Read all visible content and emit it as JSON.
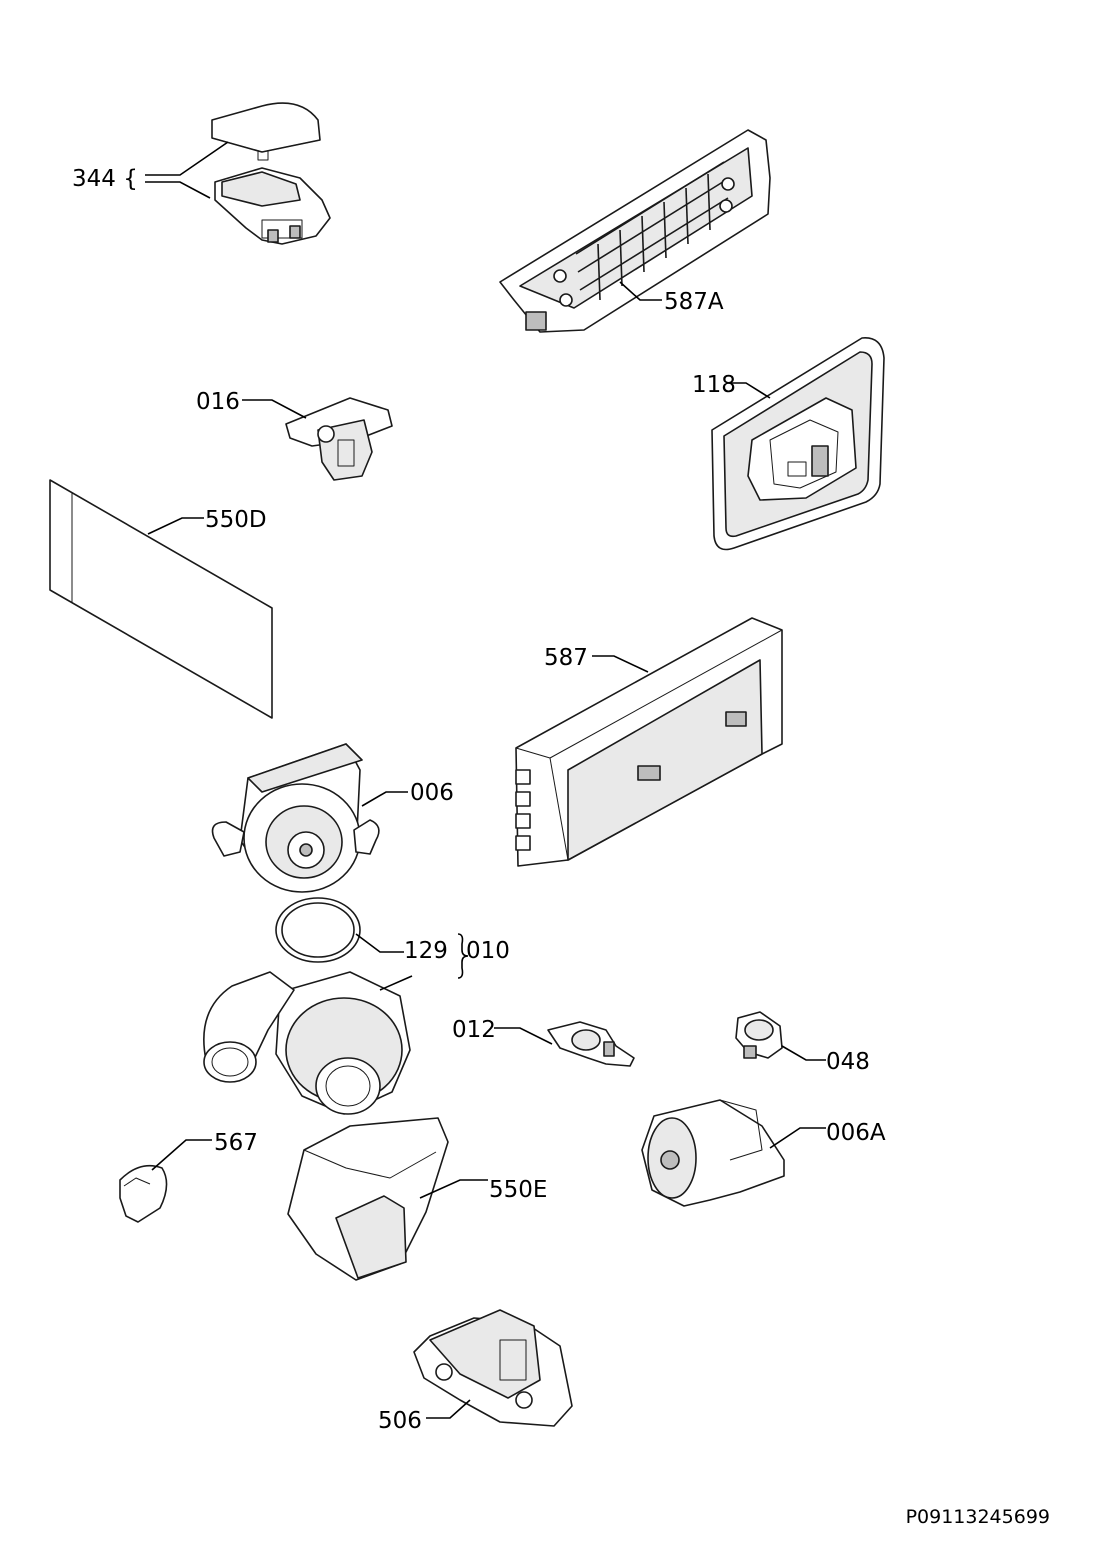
{
  "labels": {
    "p344": "344 {",
    "p587a": "587A",
    "p016": "016",
    "p118": "118",
    "p550d": "550D",
    "p587": "587",
    "p006": "006",
    "p129": "129",
    "p010": "010",
    "p012": "012",
    "p048": "048",
    "p567": "567",
    "p550e": "550E",
    "p006a": "006A",
    "p506": "506"
  },
  "document_code": "P09113245699"
}
